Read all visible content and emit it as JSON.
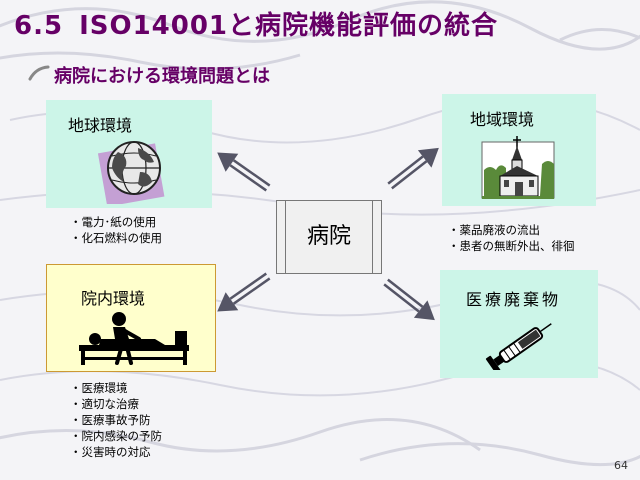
{
  "slide": {
    "number_prefix": "6.5",
    "title": "ISO14001と病院機能評価の統合",
    "subtitle": "病院における環境問題とは",
    "page_number": "64"
  },
  "center": {
    "label": "病院"
  },
  "boxes": {
    "global": {
      "label": "地球環境",
      "icon": "globe-icon",
      "notes": [
        "電力･紙の使用",
        "化石燃料の使用"
      ]
    },
    "regional": {
      "label": "地域環境",
      "icon": "church-icon",
      "notes": [
        "薬品廃液の流出",
        "患者の無断外出、徘徊"
      ]
    },
    "internal": {
      "label": "院内環境",
      "icon": "patient-bed-icon",
      "notes": [
        "医療環境",
        "適切な治療",
        "医療事故予防",
        "院内感染の予防",
        "災害時の対応"
      ]
    },
    "medical_waste": {
      "label": "医療廃棄物",
      "icon": "syringe-icon"
    }
  },
  "colors": {
    "title": "#660066",
    "green_box": "#ccf5e8",
    "yellow_box": "#ffffcc",
    "arrow": "#555566"
  }
}
